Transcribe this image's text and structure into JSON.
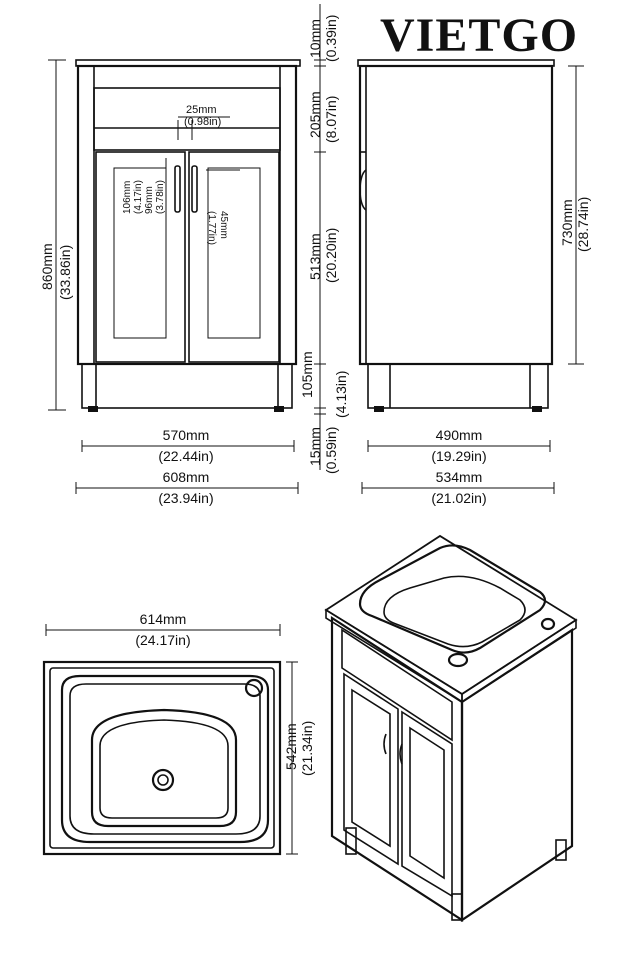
{
  "brand": "VIETGO",
  "front_view": {
    "height_total": {
      "mm": "860mm",
      "in": "(33.86in)"
    },
    "gap": {
      "mm": "25mm",
      "in": "(0.98in)"
    },
    "handle_length": {
      "mm": "106mm",
      "in": "(4.17in)"
    },
    "handle_spacing": {
      "mm": "96mm",
      "in": "(3.78in)"
    },
    "handle_offset": {
      "mm": "45mm",
      "in": "(1.77in)"
    },
    "width_body": {
      "mm": "570mm",
      "in": "(22.44in)"
    },
    "width_top": {
      "mm": "608mm",
      "in": "(23.94in)"
    }
  },
  "vertical_stack": {
    "top_thickness": {
      "mm": "10mm",
      "in": "(0.39in)"
    },
    "drawer_height": {
      "mm": "205mm",
      "in": "(8.07in)"
    },
    "door_height": {
      "mm": "513mm",
      "in": "(20.20in)"
    },
    "plinth_height": {
      "mm": "105mm",
      "in": "(4.13in)"
    },
    "foot_height": {
      "mm": "15mm",
      "in": "(0.59in)"
    }
  },
  "side_view": {
    "height_body": {
      "mm": "730mm",
      "in": "(28.74in)"
    },
    "depth_body": {
      "mm": "490mm",
      "in": "(19.29in)"
    },
    "depth_top": {
      "mm": "534mm",
      "in": "(21.02in)"
    }
  },
  "top_view": {
    "width": {
      "mm": "614mm",
      "in": "(24.17in)"
    },
    "depth": {
      "mm": "542mm",
      "in": "(21.34in)"
    }
  }
}
